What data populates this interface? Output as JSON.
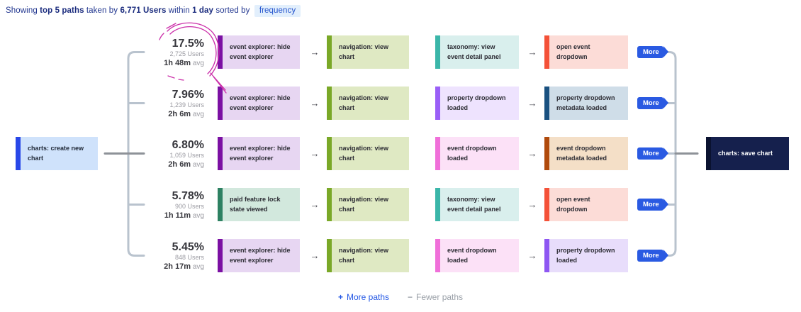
{
  "header": {
    "showing": "Showing",
    "top_paths": "top 5 paths",
    "taken_by": "taken by",
    "users": "6,771 Users",
    "within": "within",
    "duration": "1 day",
    "sorted_by": "sorted by",
    "sort_value": "frequency"
  },
  "start_node": {
    "label": "charts: create new chart",
    "border": "#2847e8",
    "bg": "#cfe2fb"
  },
  "end_node": {
    "label": "charts: save chart",
    "border": "#0a1230",
    "bg": "#15204d",
    "text": "#ffffff"
  },
  "arrow_icon": "→",
  "more_label": "More",
  "rows": [
    {
      "percent": "17.5%",
      "users": "2,725 Users",
      "avg_time": "1h 48m",
      "avg_suffix": "avg",
      "nodes": [
        {
          "label": "event explorer: hide event explorer",
          "border": "#7b10a3",
          "bg": "#e7d6f2"
        },
        {
          "label": "navigation: view chart",
          "border": "#7aa827",
          "bg": "#dfe9c3"
        },
        {
          "label": "taxonomy: view event detail panel",
          "border": "#3bb6a9",
          "bg": "#d9efed"
        },
        {
          "label": "open event dropdown",
          "border": "#f45138",
          "bg": "#fcdcd7"
        }
      ]
    },
    {
      "percent": "7.96%",
      "users": "1,239 Users",
      "avg_time": "2h 6m",
      "avg_suffix": "avg",
      "nodes": [
        {
          "label": "event explorer: hide event explorer",
          "border": "#7b10a3",
          "bg": "#e7d6f2"
        },
        {
          "label": "navigation: view chart",
          "border": "#7aa827",
          "bg": "#dfe9c3"
        },
        {
          "label": "property dropdown loaded",
          "border": "#9a5ff7",
          "bg": "#eee3fe"
        },
        {
          "label": "property dropdown metadata loaded",
          "border": "#1a5180",
          "bg": "#cfdde8"
        }
      ]
    },
    {
      "percent": "6.80%",
      "users": "1,059 Users",
      "avg_time": "2h 6m",
      "avg_suffix": "avg",
      "nodes": [
        {
          "label": "event explorer: hide event explorer",
          "border": "#7b10a3",
          "bg": "#e7d6f2"
        },
        {
          "label": "navigation: view chart",
          "border": "#7aa827",
          "bg": "#dfe9c3"
        },
        {
          "label": "event dropdown loaded",
          "border": "#f06fd9",
          "bg": "#fce1f7"
        },
        {
          "label": "event dropdown metadata loaded",
          "border": "#b04a0c",
          "bg": "#f4dfc7"
        }
      ]
    },
    {
      "percent": "5.78%",
      "users": "900 Users",
      "avg_time": "1h 11m",
      "avg_suffix": "avg",
      "nodes": [
        {
          "label": "paid feature lock state viewed",
          "border": "#2d8162",
          "bg": "#d2e8dd"
        },
        {
          "label": "navigation: view chart",
          "border": "#7aa827",
          "bg": "#dfe9c3"
        },
        {
          "label": "taxonomy: view event detail panel",
          "border": "#3bb6a9",
          "bg": "#d9efed"
        },
        {
          "label": "open event dropdown",
          "border": "#f45138",
          "bg": "#fcdcd7"
        }
      ]
    },
    {
      "percent": "5.45%",
      "users": "848 Users",
      "avg_time": "2h 17m",
      "avg_suffix": "avg",
      "nodes": [
        {
          "label": "event explorer: hide event explorer",
          "border": "#7b10a3",
          "bg": "#e7d6f2"
        },
        {
          "label": "navigation: view chart",
          "border": "#7aa827",
          "bg": "#dfe9c3"
        },
        {
          "label": "event dropdown loaded",
          "border": "#f06fd9",
          "bg": "#fce1f7"
        },
        {
          "label": "property dropdown loaded",
          "border": "#8e57f2",
          "bg": "#e8ddfb"
        }
      ]
    }
  ],
  "controls": {
    "plus_icon": "+",
    "minus_icon": "−",
    "more_paths": "More paths",
    "fewer_paths": "Fewer paths"
  },
  "colors": {
    "more_button": "#2a5ae2",
    "connector_light": "#b9c3ce",
    "connector_dark": "#8e9298",
    "annotation": "#cb2fa9",
    "header_text": "#21368f",
    "sort_chip_bg": "#e2effc"
  }
}
